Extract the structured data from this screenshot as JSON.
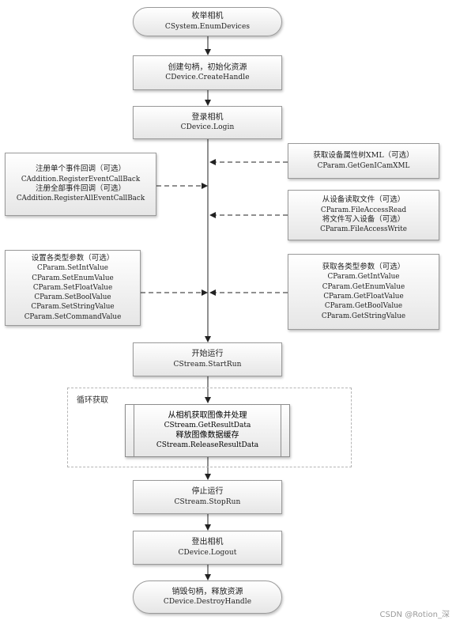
{
  "main_flow": [
    {
      "zh": "枚举相机",
      "en": "CSystem.EnumDevices"
    },
    {
      "zh": "创建句柄，初始化资源",
      "en": "CDevice.CreateHandle"
    },
    {
      "zh": "登录相机",
      "en": "CDevice.Login"
    },
    {
      "zh": "开始运行",
      "en": "CStream.StartRun"
    },
    {
      "zh": "停止运行",
      "en": "CStream.StopRun"
    },
    {
      "zh": "登出相机",
      "en": "CDevice.Logout"
    },
    {
      "zh": "销毁句柄，释放资源",
      "en": "CDevice.DestroyHandle"
    }
  ],
  "left_side": {
    "events": [
      "注册单个事件回调（可选）",
      "CAddition.RegisterEventCallBack",
      "注册全部事件回调（可选）",
      "CAddition.RegisterAllEventCallBack"
    ],
    "set_params": [
      "设置各类型参数（可选）",
      "CParam.SetIntValue",
      "CParam.SetEnumValue",
      "CParam.SetFloatValue",
      "CParam.SetBoolValue",
      "CParam.SetStringValue",
      "CParam.SetCommandValue"
    ]
  },
  "right_side": {
    "xml": [
      "获取设备属性树XML（可选）",
      "CParam.GetGenICamXML"
    ],
    "file": [
      "从设备读取文件（可选）",
      "CParam.FileAccessRead",
      "将文件写入设备（可选）",
      "CParam.FileAccessWrite"
    ],
    "get_params": [
      "获取各类型参数（可选）",
      "CParam.GetIntValue",
      "CParam.GetEnumValue",
      "CParam.GetFloatValue",
      "CParam.GetBoolValue",
      "CParam.GetStringValue"
    ]
  },
  "loop": {
    "label": "循环获取",
    "lines": [
      "从相机获取图像并处理",
      "CStream.GetResultData",
      "释放图像数据缓存",
      "CStream.ReleaseResultData"
    ]
  },
  "watermark": "CSDN @Rotion_深"
}
